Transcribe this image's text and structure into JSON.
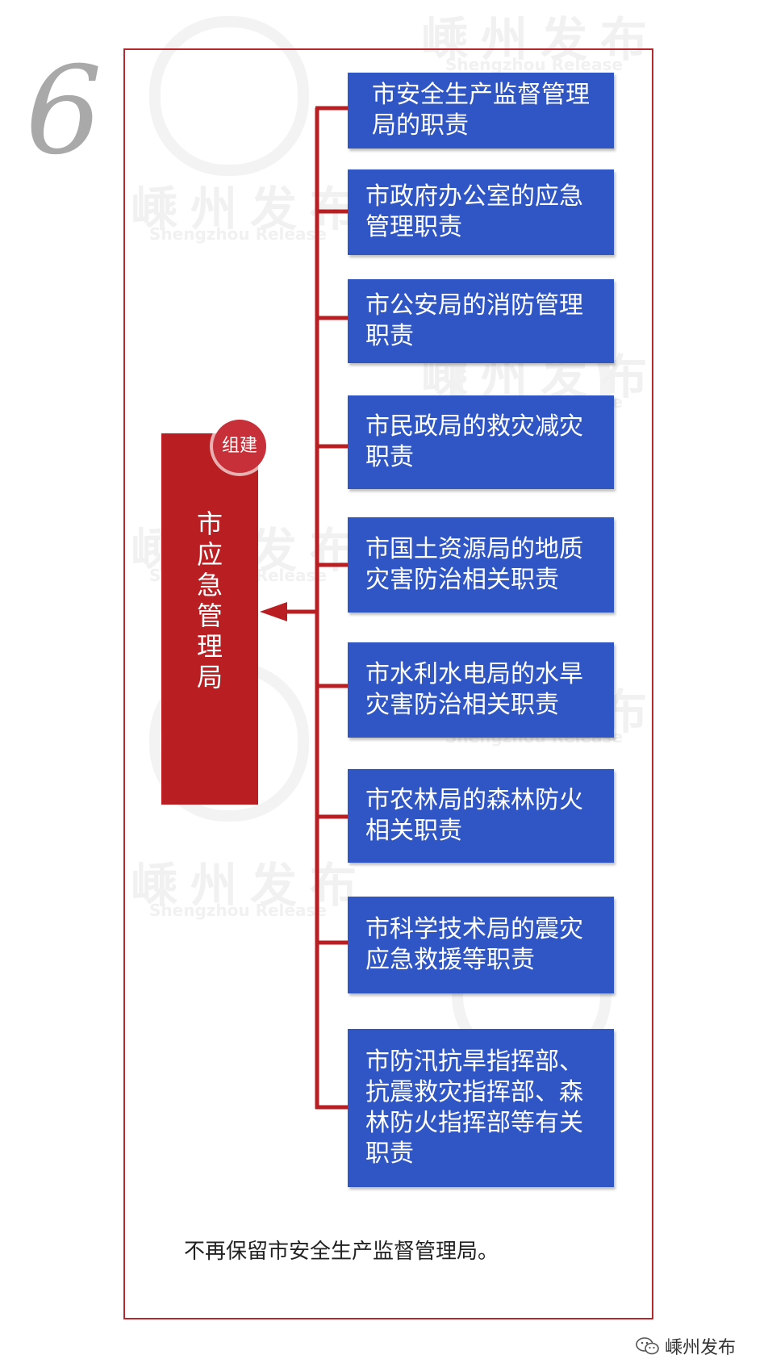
{
  "section_number": "6",
  "target": {
    "label": "市\n应\n急\n管\n理\n局",
    "badge": "组建"
  },
  "sources": [
    {
      "label": "市安全生产监督管理局的职责"
    },
    {
      "label": "市政府办公室的应急管理职责"
    },
    {
      "label": "市公安局的消防管理职责"
    },
    {
      "label": "市民政局的救灾减灾职责"
    },
    {
      "label": "市国土资源局的地质灾害防治相关职责"
    },
    {
      "label": "市水利水电局的水旱灾害防治相关职责"
    },
    {
      "label": "市农林局的森林防火相关职责"
    },
    {
      "label": "市科学技术局的震灾应急救援等职责"
    },
    {
      "label": "市防汛抗旱指挥部、抗震救灾指挥部、森林防火指挥部等有关职责"
    }
  ],
  "footer_note": "不再保留市安全生产监督管理局。",
  "watermark": {
    "text": "嵊州发布",
    "subtext": "Shengzhou Release"
  },
  "brand": {
    "name": "嵊州发布",
    "icon": "wechat-icon"
  },
  "colors": {
    "red": "#b91e22",
    "blue": "#2f56c4",
    "number_gray": "#a9a9a9"
  }
}
